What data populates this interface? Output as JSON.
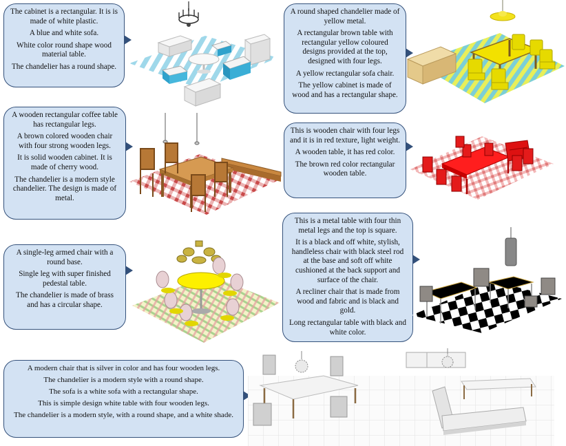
{
  "colors": {
    "bubble_fill": "#d3e2f3",
    "bubble_border": "#33507a"
  },
  "panels": [
    {
      "id": "white-room",
      "lines": [
        "The cabinet is a rectangular. It is is made of white plastic.",
        "A blue and white sofa.",
        "White color round shape wood material table.",
        "The chandelier has a round shape."
      ]
    },
    {
      "id": "yellow-room",
      "lines": [
        "A round shaped chandelier made of yellow metal.",
        "A rectangular brown table with rectangular yellow coloured designs provided at the top, designed with four legs.",
        "A yellow rectangular sofa chair.",
        "The yellow cabinet is made of wood and has a rectangular shape."
      ]
    },
    {
      "id": "wooden-room",
      "lines": [
        "A wooden rectangular coffee table has rectangular legs.",
        "A brown colored wooden chair with four strong wooden legs.",
        "It is solid wooden cabinet. It is made of cherry wood.",
        "The chandelier is a modern style chandelier. The design is made of metal."
      ]
    },
    {
      "id": "red-room",
      "lines": [
        "This is wooden chair with four legs and it is in red texture, light weight.",
        "A wooden table, it has red color.",
        "The brown red color rectangular wooden table."
      ]
    },
    {
      "id": "metal-room",
      "lines": [
        "This is a metal table with four thin metal legs and the top is square.",
        "It is a black and off white, stylish, handleless chair with black steel rod at the base and soft off white cushioned at the back support and surface of the chair.",
        "A recliner chair that is made from wood and fabric and is black and gold.",
        "Long rectangular table with black and white color."
      ]
    },
    {
      "id": "brass-room",
      "lines": [
        "A single-leg armed chair with a round base.",
        "Single leg with super finished pedestal table.",
        "The chandelier is made of brass and has a circular shape."
      ]
    },
    {
      "id": "silver-room",
      "lines": [
        "A modern chair that is silver in color and has four wooden legs.",
        "The chandelier is a modern style with a round shape.",
        "The sofa is a white sofa with a rectangular shape.",
        "This is simple design white table with four wooden legs.",
        "The chandelier is a modern style, with a round shape, and a white shade."
      ]
    }
  ]
}
